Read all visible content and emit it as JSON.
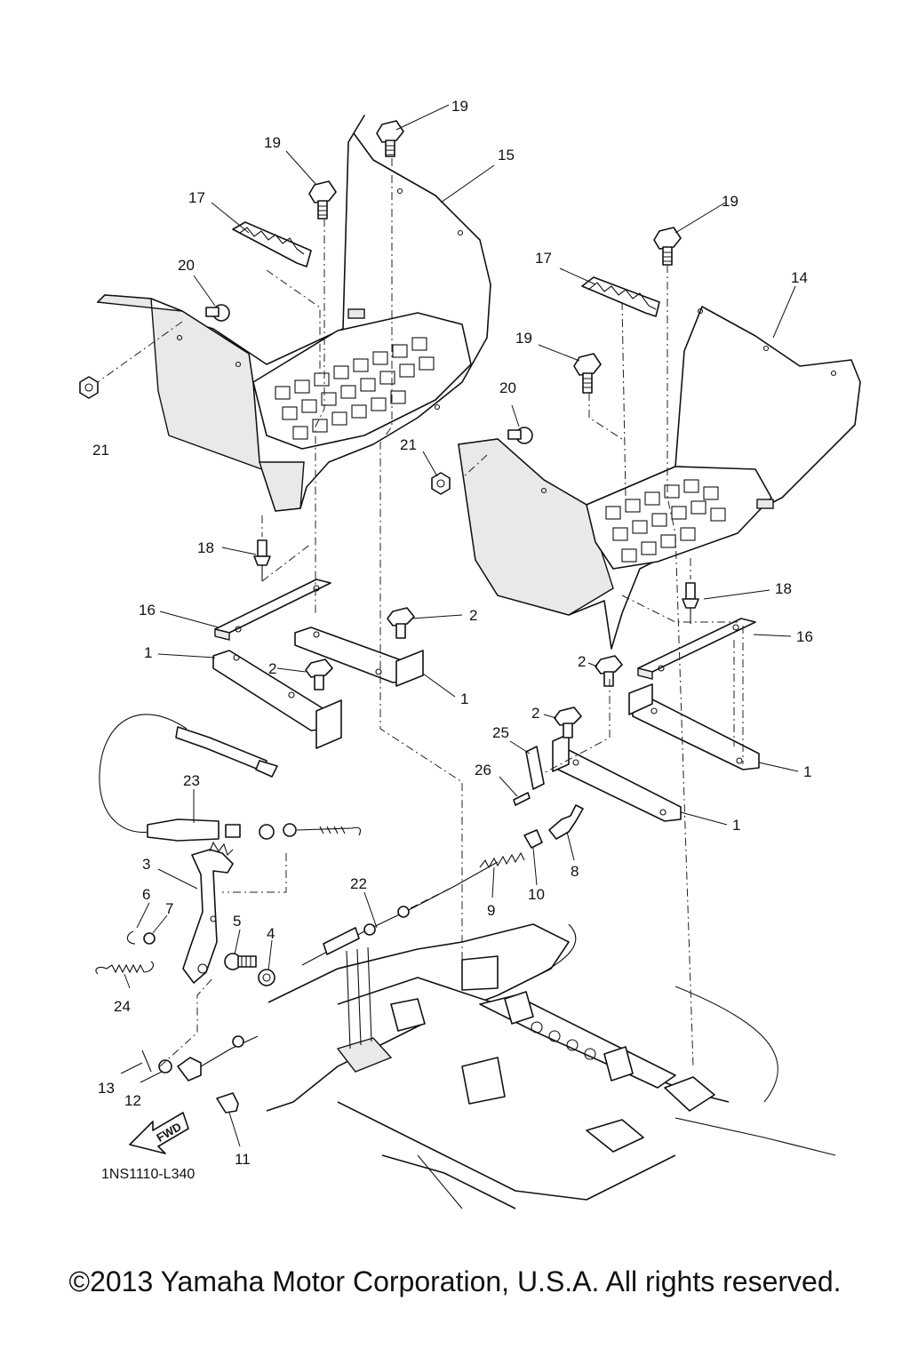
{
  "diagram": {
    "ref_code": "1NS1110-L340",
    "fwd_label": "FWD",
    "callouts": [
      {
        "id": "c19a",
        "label": "19"
      },
      {
        "id": "c19b",
        "label": "19"
      },
      {
        "id": "c15",
        "label": "15"
      },
      {
        "id": "c17a",
        "label": "17"
      },
      {
        "id": "c20a",
        "label": "20"
      },
      {
        "id": "c21a",
        "label": "21"
      },
      {
        "id": "c19c",
        "label": "19"
      },
      {
        "id": "c17b",
        "label": "17"
      },
      {
        "id": "c14",
        "label": "14"
      },
      {
        "id": "c19d",
        "label": "19"
      },
      {
        "id": "c20b",
        "label": "20"
      },
      {
        "id": "c21b",
        "label": "21"
      },
      {
        "id": "c18a",
        "label": "18"
      },
      {
        "id": "c18b",
        "label": "18"
      },
      {
        "id": "c16a",
        "label": "16"
      },
      {
        "id": "c16b",
        "label": "16"
      },
      {
        "id": "c2a",
        "label": "2"
      },
      {
        "id": "c2b",
        "label": "2"
      },
      {
        "id": "c2c",
        "label": "2"
      },
      {
        "id": "c2d",
        "label": "2"
      },
      {
        "id": "c1a",
        "label": "1"
      },
      {
        "id": "c1b",
        "label": "1"
      },
      {
        "id": "c1c",
        "label": "1"
      },
      {
        "id": "c1d",
        "label": "1"
      },
      {
        "id": "c25",
        "label": "25"
      },
      {
        "id": "c26",
        "label": "26"
      },
      {
        "id": "c23",
        "label": "23"
      },
      {
        "id": "c3",
        "label": "3"
      },
      {
        "id": "c6",
        "label": "6"
      },
      {
        "id": "c7",
        "label": "7"
      },
      {
        "id": "c5",
        "label": "5"
      },
      {
        "id": "c4",
        "label": "4"
      },
      {
        "id": "c22",
        "label": "22"
      },
      {
        "id": "c9",
        "label": "9"
      },
      {
        "id": "c10",
        "label": "10"
      },
      {
        "id": "c8",
        "label": "8"
      },
      {
        "id": "c24",
        "label": "24"
      },
      {
        "id": "c13",
        "label": "13"
      },
      {
        "id": "c12",
        "label": "12"
      },
      {
        "id": "c11",
        "label": "11"
      }
    ]
  },
  "footer": {
    "copyright": "©2013 Yamaha Motor Corporation, U.S.A. All rights reserved."
  }
}
